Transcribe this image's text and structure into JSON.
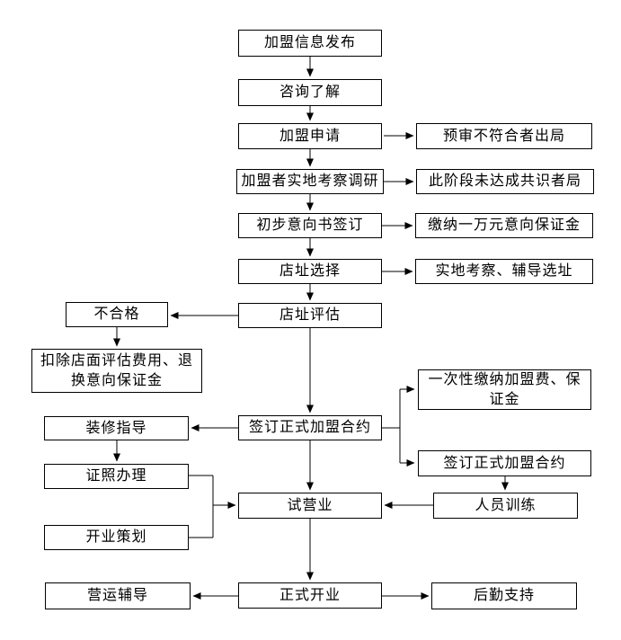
{
  "diagram": {
    "title": "franchise-process-flowchart",
    "line_color": "#000000",
    "box_border_color": "#000000",
    "background_color": "#ffffff",
    "nodes": {
      "info_release": {
        "label": "加盟信息发布"
      },
      "consult": {
        "label": "咨询了解"
      },
      "apply": {
        "label": "加盟申请"
      },
      "pre_review_out": {
        "label": "预审不符合者出局"
      },
      "site_visit": {
        "label": "加盟者实地考察调研"
      },
      "no_consensus_out": {
        "label": "此阶段未达成共识者局"
      },
      "loi_sign": {
        "label": "初步意向书签订"
      },
      "deposit_10k": {
        "label": "缴纳一万元意向保证金"
      },
      "site_select": {
        "label": "店址选择"
      },
      "site_guidance": {
        "label": "实地考察、辅导选址"
      },
      "site_eval": {
        "label": "店址评估"
      },
      "unqualified": {
        "label": "不合格"
      },
      "deduct_refund": {
        "label": "扣除店面评估费用、退\n换意向保证金"
      },
      "formal_contract": {
        "label": "签订正式加盟合约"
      },
      "pay_fees": {
        "label": "一次性缴纳加盟费、保\n证金"
      },
      "formal_contract2": {
        "label": "签订正式加盟合约"
      },
      "decor_guide": {
        "label": "装修指导"
      },
      "license": {
        "label": "证照办理"
      },
      "opening_plan": {
        "label": "开业策划"
      },
      "trial_opening": {
        "label": "试营业"
      },
      "staff_training": {
        "label": "人员训练"
      },
      "official_opening": {
        "label": "正式开业"
      },
      "operation_coach": {
        "label": "营运辅导"
      },
      "logistics": {
        "label": "后勤支持"
      }
    }
  }
}
